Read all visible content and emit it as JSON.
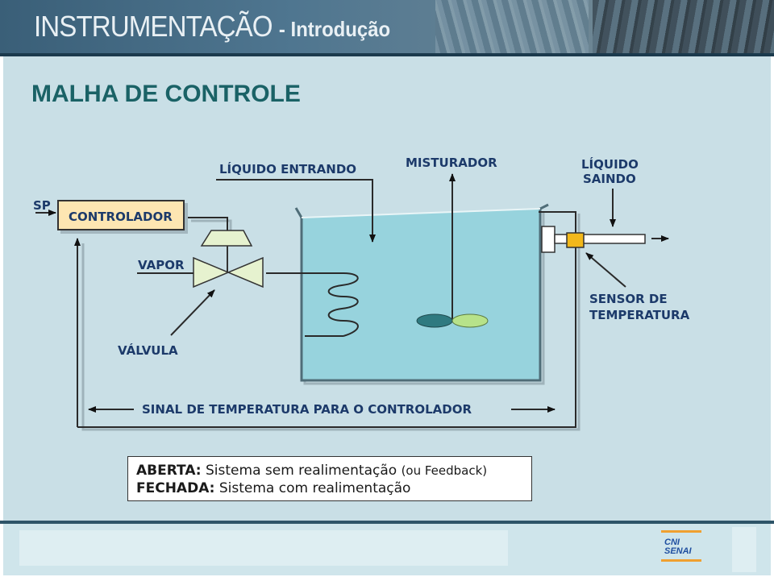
{
  "header": {
    "title": "INSTRUMENTAÇÃO",
    "subtitle": "- Introdução"
  },
  "slide": {
    "title": "MALHA DE CONTROLE"
  },
  "diagram": {
    "sp": "SP",
    "controller": "CONTROLADOR",
    "liquid_in": "LÍQUIDO ENTRANDO",
    "mixer": "MISTURADOR",
    "liquid_out_1": "LÍQUIDO",
    "liquid_out_2": "SAINDO",
    "steam": "VAPOR",
    "valve": "VÁLVULA",
    "sensor_1": "SENSOR DE",
    "sensor_2": "TEMPERATURA",
    "signal": "SINAL DE TEMPERATURA PARA O CONTROLADOR"
  },
  "info": {
    "open_label": "ABERTA:",
    "open_text": "Sistema sem realimentação",
    "open_note": "(ou Feedback)",
    "closed_label": "FECHADA:",
    "closed_text": "Sistema com realimentação"
  },
  "footer": {
    "logo_line1": "CNI",
    "logo_line2": "SENAI"
  },
  "colors": {
    "tank_liquid": "#97d3dd",
    "controller_fill": "#fde6b2",
    "valve_fill": "#e6f2cf",
    "impeller_left": "#2f7a80",
    "impeller_right": "#b7e28a",
    "sensor": "#f2b81a",
    "title": "#1a6266",
    "label": "#1c3a6a"
  }
}
